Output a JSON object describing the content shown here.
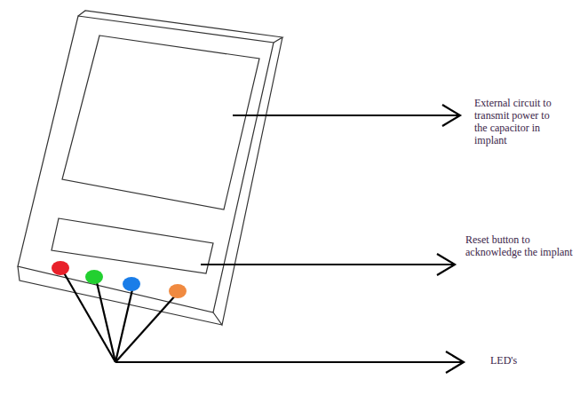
{
  "diagram": {
    "labels": [
      "External circuit to transmit power to the capacitor in implant",
      "Reset button to acknowledge the implant",
      "LED's"
    ]
  }
}
